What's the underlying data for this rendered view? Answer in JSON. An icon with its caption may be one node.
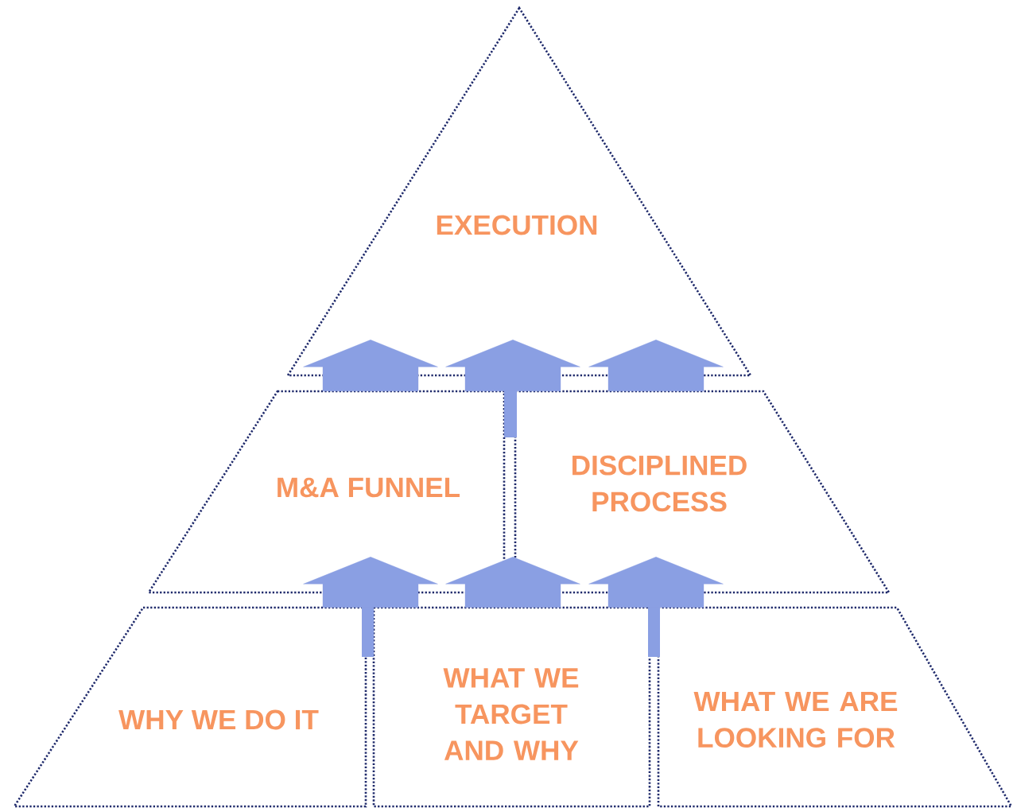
{
  "diagram": {
    "nodes": [
      {
        "text": [
          "EXECUTION"
        ]
      },
      {
        "text": [
          "M&A FUNNEL"
        ]
      },
      {
        "text": [
          "DISCIPLINED PROCESS"
        ]
      },
      {
        "text": [
          "WHY WE DO IT"
        ]
      },
      {
        "text": [
          "WHAT WE TARGET AND WHY"
        ]
      },
      {
        "text": [
          "WHAT WE ARE LOOKING FOR"
        ]
      }
    ],
    "edges": [
      {
        "from": 3,
        "to": 1,
        "arrow": "to"
      },
      {
        "from": 4,
        "to": 2,
        "arrow": "to"
      },
      {
        "from": 5,
        "to": 2,
        "arrow": "to"
      },
      {
        "from": 1,
        "to": 0,
        "arrow": "to"
      },
      {
        "from": 1,
        "to": 0,
        "arrow": "to"
      },
      {
        "from": 2,
        "to": 0,
        "arrow": "to"
      }
    ]
  }
}
